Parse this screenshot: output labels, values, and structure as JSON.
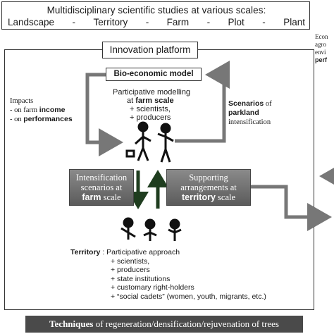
{
  "header": {
    "title": "Multidisciplinary scientific studies at various scales:",
    "scales": [
      "Landscape",
      "-",
      "Territory",
      "-",
      "Farm",
      "-",
      "Plot",
      "-",
      "Plant"
    ]
  },
  "right_cut": {
    "line1": "Econ",
    "line2": "agro",
    "line3": "envi",
    "line4": "perf"
  },
  "platform": {
    "label": "Innovation platform"
  },
  "bio_model": {
    "label": "Bio-economic model",
    "line1": "Participative modelling",
    "line2_pre": "at ",
    "line2_bold": "farm scale",
    "line3": "+ scientists,",
    "line4": "+ producers"
  },
  "impacts": {
    "title": "Impacts",
    "line1_pre": "- on farm ",
    "line1_bold": "income",
    "line2_pre": "- on ",
    "line2_bold": "performances"
  },
  "scenarios": {
    "bold1": "Scenarios",
    "rest1": " of",
    "bold2": "parkland",
    "line3": "intensification"
  },
  "intensification_box": {
    "line1": "Intensification",
    "line2": "scenarios at",
    "line3_bold": "farm",
    "line3_rest": " scale"
  },
  "supporting_box": {
    "line1": "Supporting",
    "line2": "arrangements at",
    "line3_bold": "territory",
    "line3_rest": " scale"
  },
  "territory": {
    "bold": "Territory",
    "rest": " : Participative approach",
    "items": [
      "+ scientists,",
      "+ producers",
      "+ state institutions",
      "+ customary right-holders",
      "+ “social cadets” (women, youth, migrants, etc.)"
    ]
  },
  "techniques": {
    "bold": "Techniques",
    "rest": " of regeneration/densification/rejuvenation of trees"
  },
  "colors": {
    "frame": "#333333",
    "gray_arrow": "#777777",
    "dark_green": "#1f3d1f",
    "box_gray": "#6a6a6a",
    "tech_bar": "#4a4a4a"
  }
}
